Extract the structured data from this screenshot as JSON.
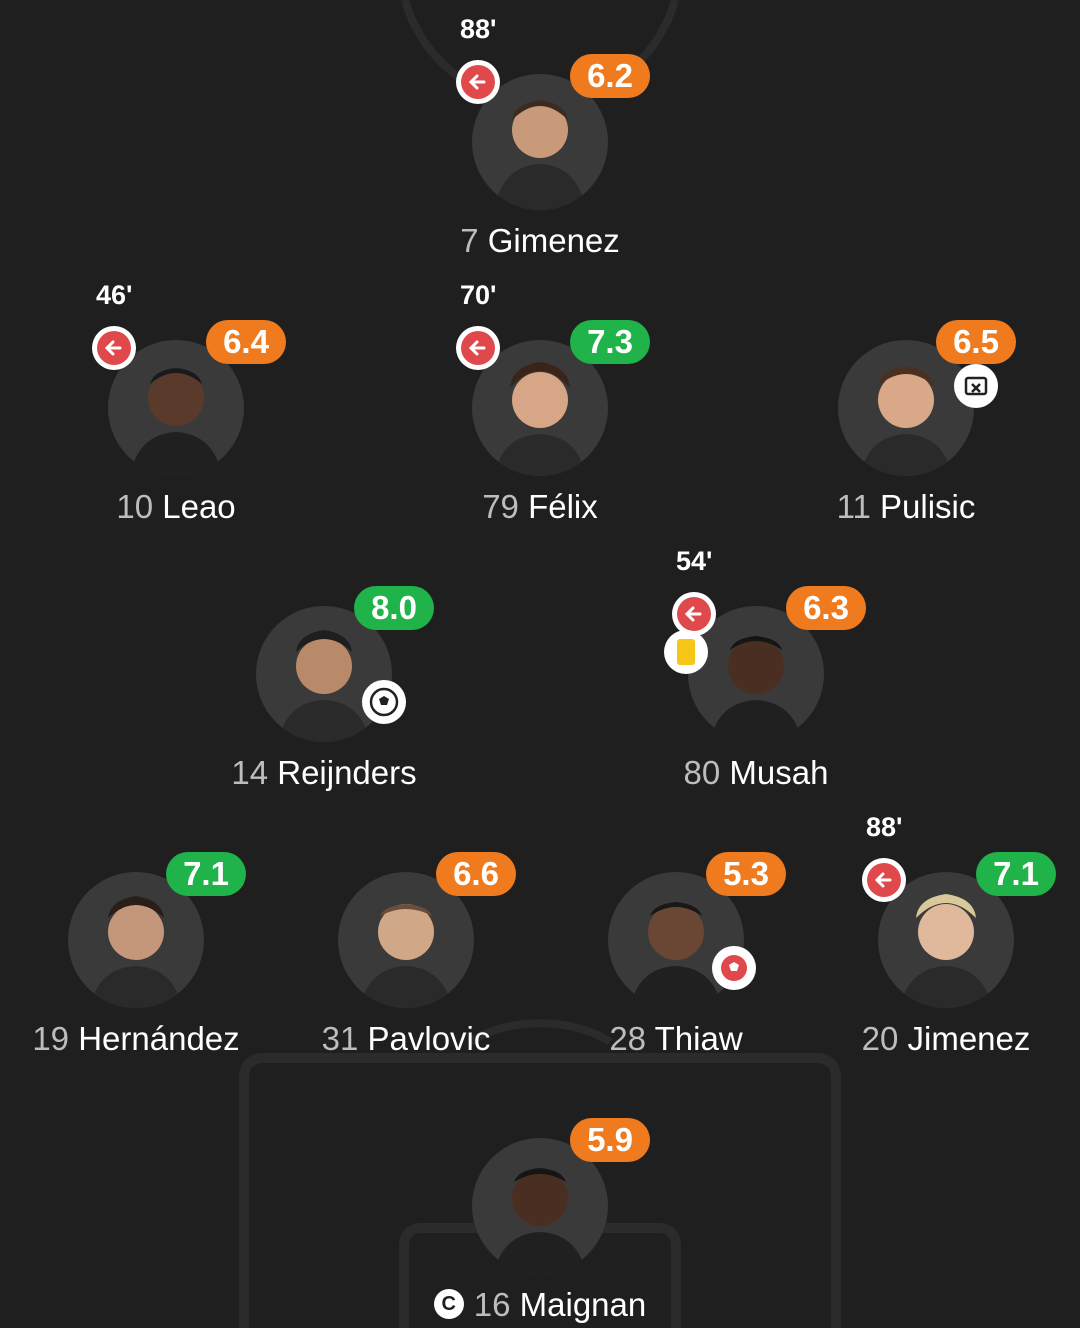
{
  "colors": {
    "background": "#1f1f1f",
    "rating_orange": "#f07b1e",
    "rating_green": "#1fb34a",
    "sub_red": "#e0494b",
    "yellow_card": "#f5c518"
  },
  "players": [
    {
      "id": "gimenez",
      "number": "7",
      "name": "Gimenez",
      "rating": "6.2",
      "rating_color": "orange",
      "sub_time": "88'",
      "events": []
    },
    {
      "id": "leao",
      "number": "10",
      "name": "Leao",
      "rating": "6.4",
      "rating_color": "orange",
      "sub_time": "46'",
      "events": []
    },
    {
      "id": "felix",
      "number": "79",
      "name": "Félix",
      "rating": "7.3",
      "rating_color": "green",
      "sub_time": "70'",
      "events": []
    },
    {
      "id": "pulisic",
      "number": "11",
      "name": "Pulisic",
      "rating": "6.5",
      "rating_color": "orange",
      "sub_time": "",
      "events": [
        "missed-chance-icon"
      ]
    },
    {
      "id": "reijnders",
      "number": "14",
      "name": "Reijnders",
      "rating": "8.0",
      "rating_color": "green",
      "sub_time": "",
      "events": [
        "goal-icon"
      ]
    },
    {
      "id": "musah",
      "number": "80",
      "name": "Musah",
      "rating": "6.3",
      "rating_color": "orange",
      "sub_time": "54'",
      "events": [
        "yellow-card-icon"
      ]
    },
    {
      "id": "hernandez",
      "number": "19",
      "name": "Hernández",
      "rating": "7.1",
      "rating_color": "green",
      "sub_time": "",
      "events": []
    },
    {
      "id": "pavlovic",
      "number": "31",
      "name": "Pavlovic",
      "rating": "6.6",
      "rating_color": "orange",
      "sub_time": "",
      "events": []
    },
    {
      "id": "thiaw",
      "number": "28",
      "name": "Thiaw",
      "rating": "5.3",
      "rating_color": "orange",
      "sub_time": "",
      "events": [
        "own-goal-icon"
      ]
    },
    {
      "id": "jimenez",
      "number": "20",
      "name": "Jimenez",
      "rating": "7.1",
      "rating_color": "green",
      "sub_time": "88'",
      "events": []
    },
    {
      "id": "maignan",
      "number": "16",
      "name": "Maignan",
      "rating": "5.9",
      "rating_color": "orange",
      "sub_time": "",
      "events": [],
      "captain": "C"
    }
  ]
}
